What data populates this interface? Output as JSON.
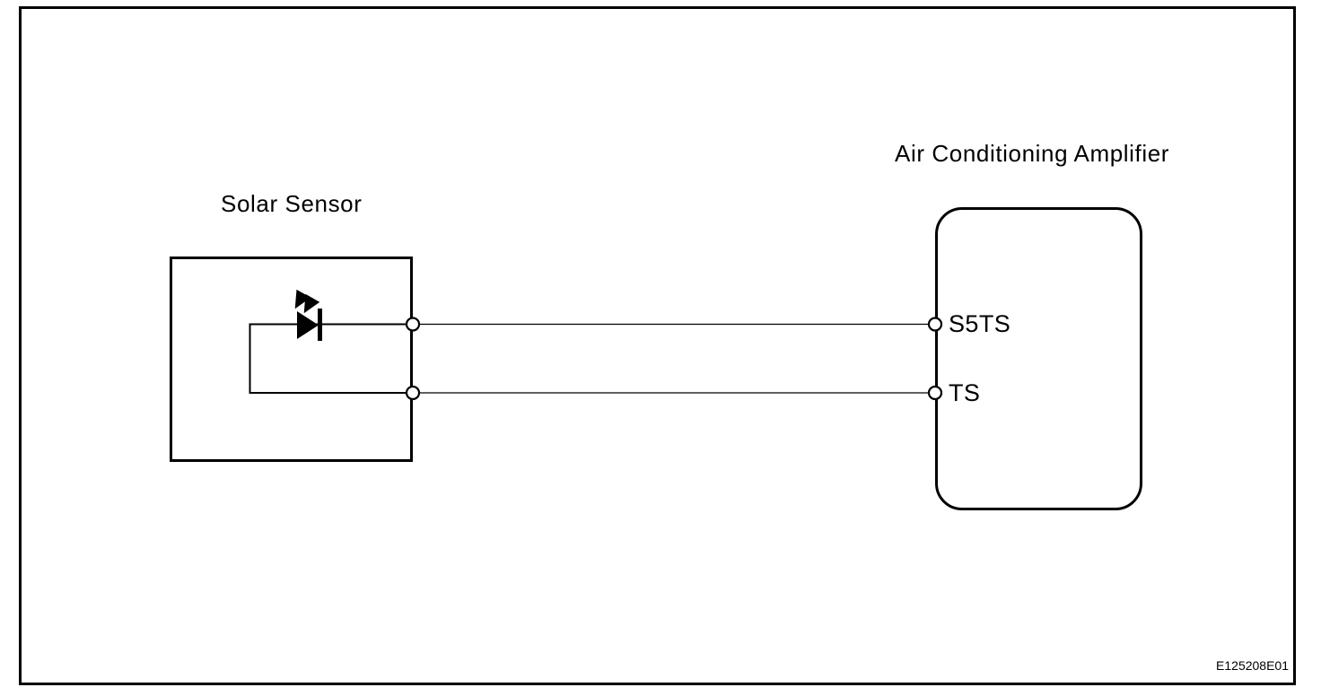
{
  "diagram": {
    "components": {
      "solar_sensor": {
        "label": "Solar Sensor",
        "internal_part": "photodiode"
      },
      "amplifier": {
        "label": "Air Conditioning Amplifier",
        "terminals": [
          {
            "label": "S5TS"
          },
          {
            "label": "TS"
          }
        ]
      }
    },
    "connections": [
      {
        "from": "solar_sensor",
        "to": "S5TS"
      },
      {
        "from": "solar_sensor",
        "to": "TS"
      }
    ],
    "figure_code": "E125208E01",
    "colors": {
      "line": "#000000",
      "background": "#ffffff"
    },
    "icons": {
      "photodiode": "photodiode-icon",
      "light_arrows": "incident-light-arrows-icon",
      "terminal": "terminal-circle-icon"
    }
  }
}
